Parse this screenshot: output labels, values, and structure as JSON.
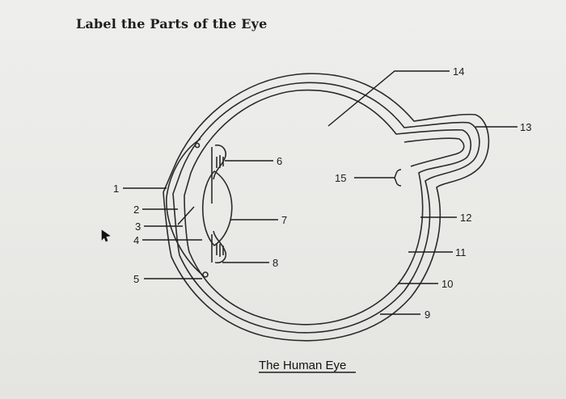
{
  "title": "Label the Parts of the Eye",
  "caption": "The Human Eye",
  "labels": {
    "l1": "1",
    "l2": "2",
    "l3": "3",
    "l4": "4",
    "l5": "5",
    "l6": "6",
    "l7": "7",
    "l8": "8",
    "l9": "9",
    "l10": "10",
    "l11": "11",
    "l12": "12",
    "l13": "13",
    "l14": "14",
    "l15": "15"
  }
}
